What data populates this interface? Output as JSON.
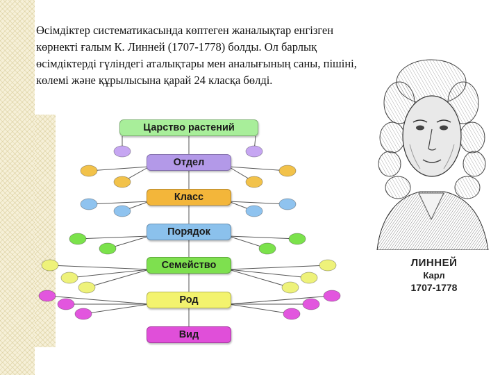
{
  "text": {
    "intro": "Өсімдіктер систематикасында көптеген жаналықтар енгізген көрнекті ғалым К. Линней  (1707-1778) болды. Ол барлық өсімдіктерді гүліндегі аталықтары мен аналығының саны, пішіні, көлемі және құрылысына қарай 24 класқа бөлді."
  },
  "hierarchy": {
    "levels": [
      {
        "label": "Царство растений",
        "color": "#a8ee9a",
        "leaf_color": "#c6a6f2",
        "leaves_per_side": 1
      },
      {
        "label": "Отдел",
        "color": "#b399e8",
        "leaf_color": "#f2c24a",
        "leaves_per_side": 2
      },
      {
        "label": "Класс",
        "color": "#f3b63a",
        "leaf_color": "#8fc3ef",
        "leaves_per_side": 2
      },
      {
        "label": "Порядок",
        "color": "#8bc1ec",
        "leaf_color": "#7be24b",
        "leaves_per_side": 2
      },
      {
        "label": "Семейство",
        "color": "#7ee04f",
        "leaf_color": "#eef27a",
        "leaves_per_side": 3
      },
      {
        "label": "Род",
        "color": "#f3f36e",
        "leaf_color": "#e256de",
        "leaves_per_side": 3
      },
      {
        "label": "Вид",
        "color": "#e04fd9",
        "leaf_color": null,
        "leaves_per_side": 0
      }
    ]
  },
  "portrait_caption": {
    "name": "ЛИННЕЙ",
    "first_name": "Карл",
    "years": "1707-1778"
  }
}
